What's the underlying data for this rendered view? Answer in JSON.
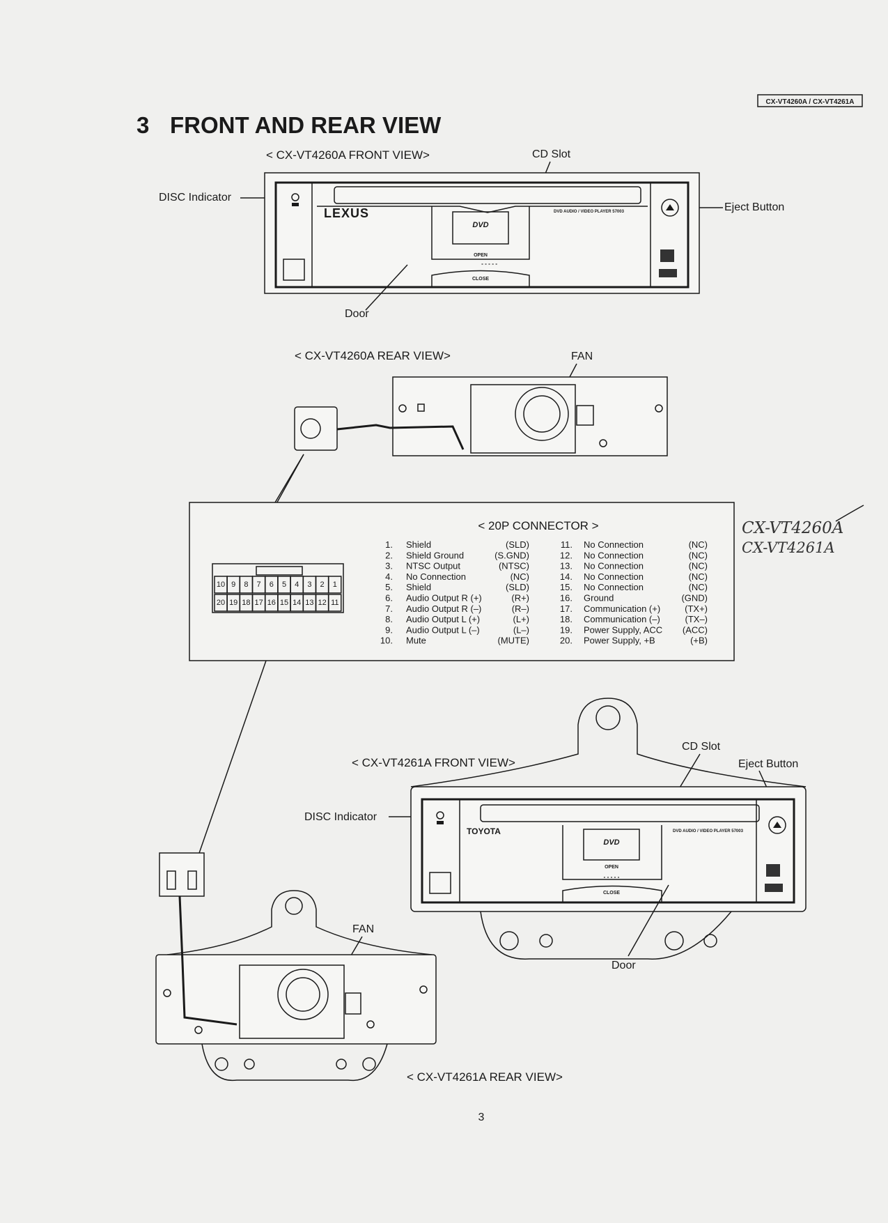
{
  "header_badge": "CX-VT4260A / CX-VT4261A",
  "section_number": "3",
  "section_title": "FRONT AND REAR VIEW",
  "page_number": "3",
  "vt4260a_front": {
    "title": "< CX-VT4260A FRONT VIEW>",
    "cd_slot": "CD Slot",
    "disc_indicator": "DISC Indicator",
    "eject_button": "Eject Button",
    "door": "Door",
    "brand_logo": "LEXUS",
    "player_label": "DVD AUDIO / VIDEO PLAYER 57003",
    "open": "OPEN",
    "close": "CLOSE"
  },
  "vt4260a_rear": {
    "title": "< CX-VT4260A REAR VIEW>",
    "fan": "FAN"
  },
  "connector": {
    "title": "< 20P CONNECTOR >",
    "pin_rows": [
      [
        "10",
        "9",
        "8",
        "7",
        "6",
        "5",
        "4",
        "3",
        "2",
        "1"
      ],
      [
        "20",
        "19",
        "18",
        "17",
        "16",
        "15",
        "14",
        "13",
        "12",
        "11"
      ]
    ],
    "pins": [
      {
        "no": "1.",
        "name": "Shield",
        "code": "(SLD)"
      },
      {
        "no": "2.",
        "name": "Shield Ground",
        "code": "(S.GND)"
      },
      {
        "no": "3.",
        "name": "NTSC Output",
        "code": "(NTSC)"
      },
      {
        "no": "4.",
        "name": "No Connection",
        "code": "(NC)"
      },
      {
        "no": "5.",
        "name": "Shield",
        "code": "(SLD)"
      },
      {
        "no": "6.",
        "name": "Audio Output R (+)",
        "code": "(R+)"
      },
      {
        "no": "7.",
        "name": "Audio Output R (–)",
        "code": "(R–)"
      },
      {
        "no": "8.",
        "name": "Audio Output L (+)",
        "code": "(L+)"
      },
      {
        "no": "9.",
        "name": "Audio Output L (–)",
        "code": "(L–)"
      },
      {
        "no": "10.",
        "name": "Mute",
        "code": "(MUTE)"
      },
      {
        "no": "11.",
        "name": "No Connection",
        "code": "(NC)"
      },
      {
        "no": "12.",
        "name": "No Connection",
        "code": "(NC)"
      },
      {
        "no": "13.",
        "name": "No Connection",
        "code": "(NC)"
      },
      {
        "no": "14.",
        "name": "No Connection",
        "code": "(NC)"
      },
      {
        "no": "15.",
        "name": "No Connection",
        "code": "(NC)"
      },
      {
        "no": "16.",
        "name": "Ground",
        "code": "(GND)"
      },
      {
        "no": "17.",
        "name": "Communication (+)",
        "code": "(TX+)"
      },
      {
        "no": "18.",
        "name": "Communication (–)",
        "code": "(TX–)"
      },
      {
        "no": "19.",
        "name": "Power Supply, ACC",
        "code": "(ACC)"
      },
      {
        "no": "20.",
        "name": "Power Supply, +B",
        "code": "(+B)"
      }
    ]
  },
  "handwritten_note": [
    "CX-VT4260A",
    "CX-VT4261A"
  ],
  "vt4261a_front": {
    "title": "< CX-VT4261A FRONT VIEW>",
    "cd_slot": "CD Slot",
    "disc_indicator": "DISC Indicator",
    "eject_button": "Eject Button",
    "door": "Door",
    "brand_logo": "TOYOTA",
    "player_label": "DVD AUDIO / VIDEO PLAYER 57003",
    "open": "OPEN",
    "close": "CLOSE"
  },
  "vt4261a_rear": {
    "title": "< CX-VT4261A REAR VIEW>",
    "fan": "FAN"
  }
}
